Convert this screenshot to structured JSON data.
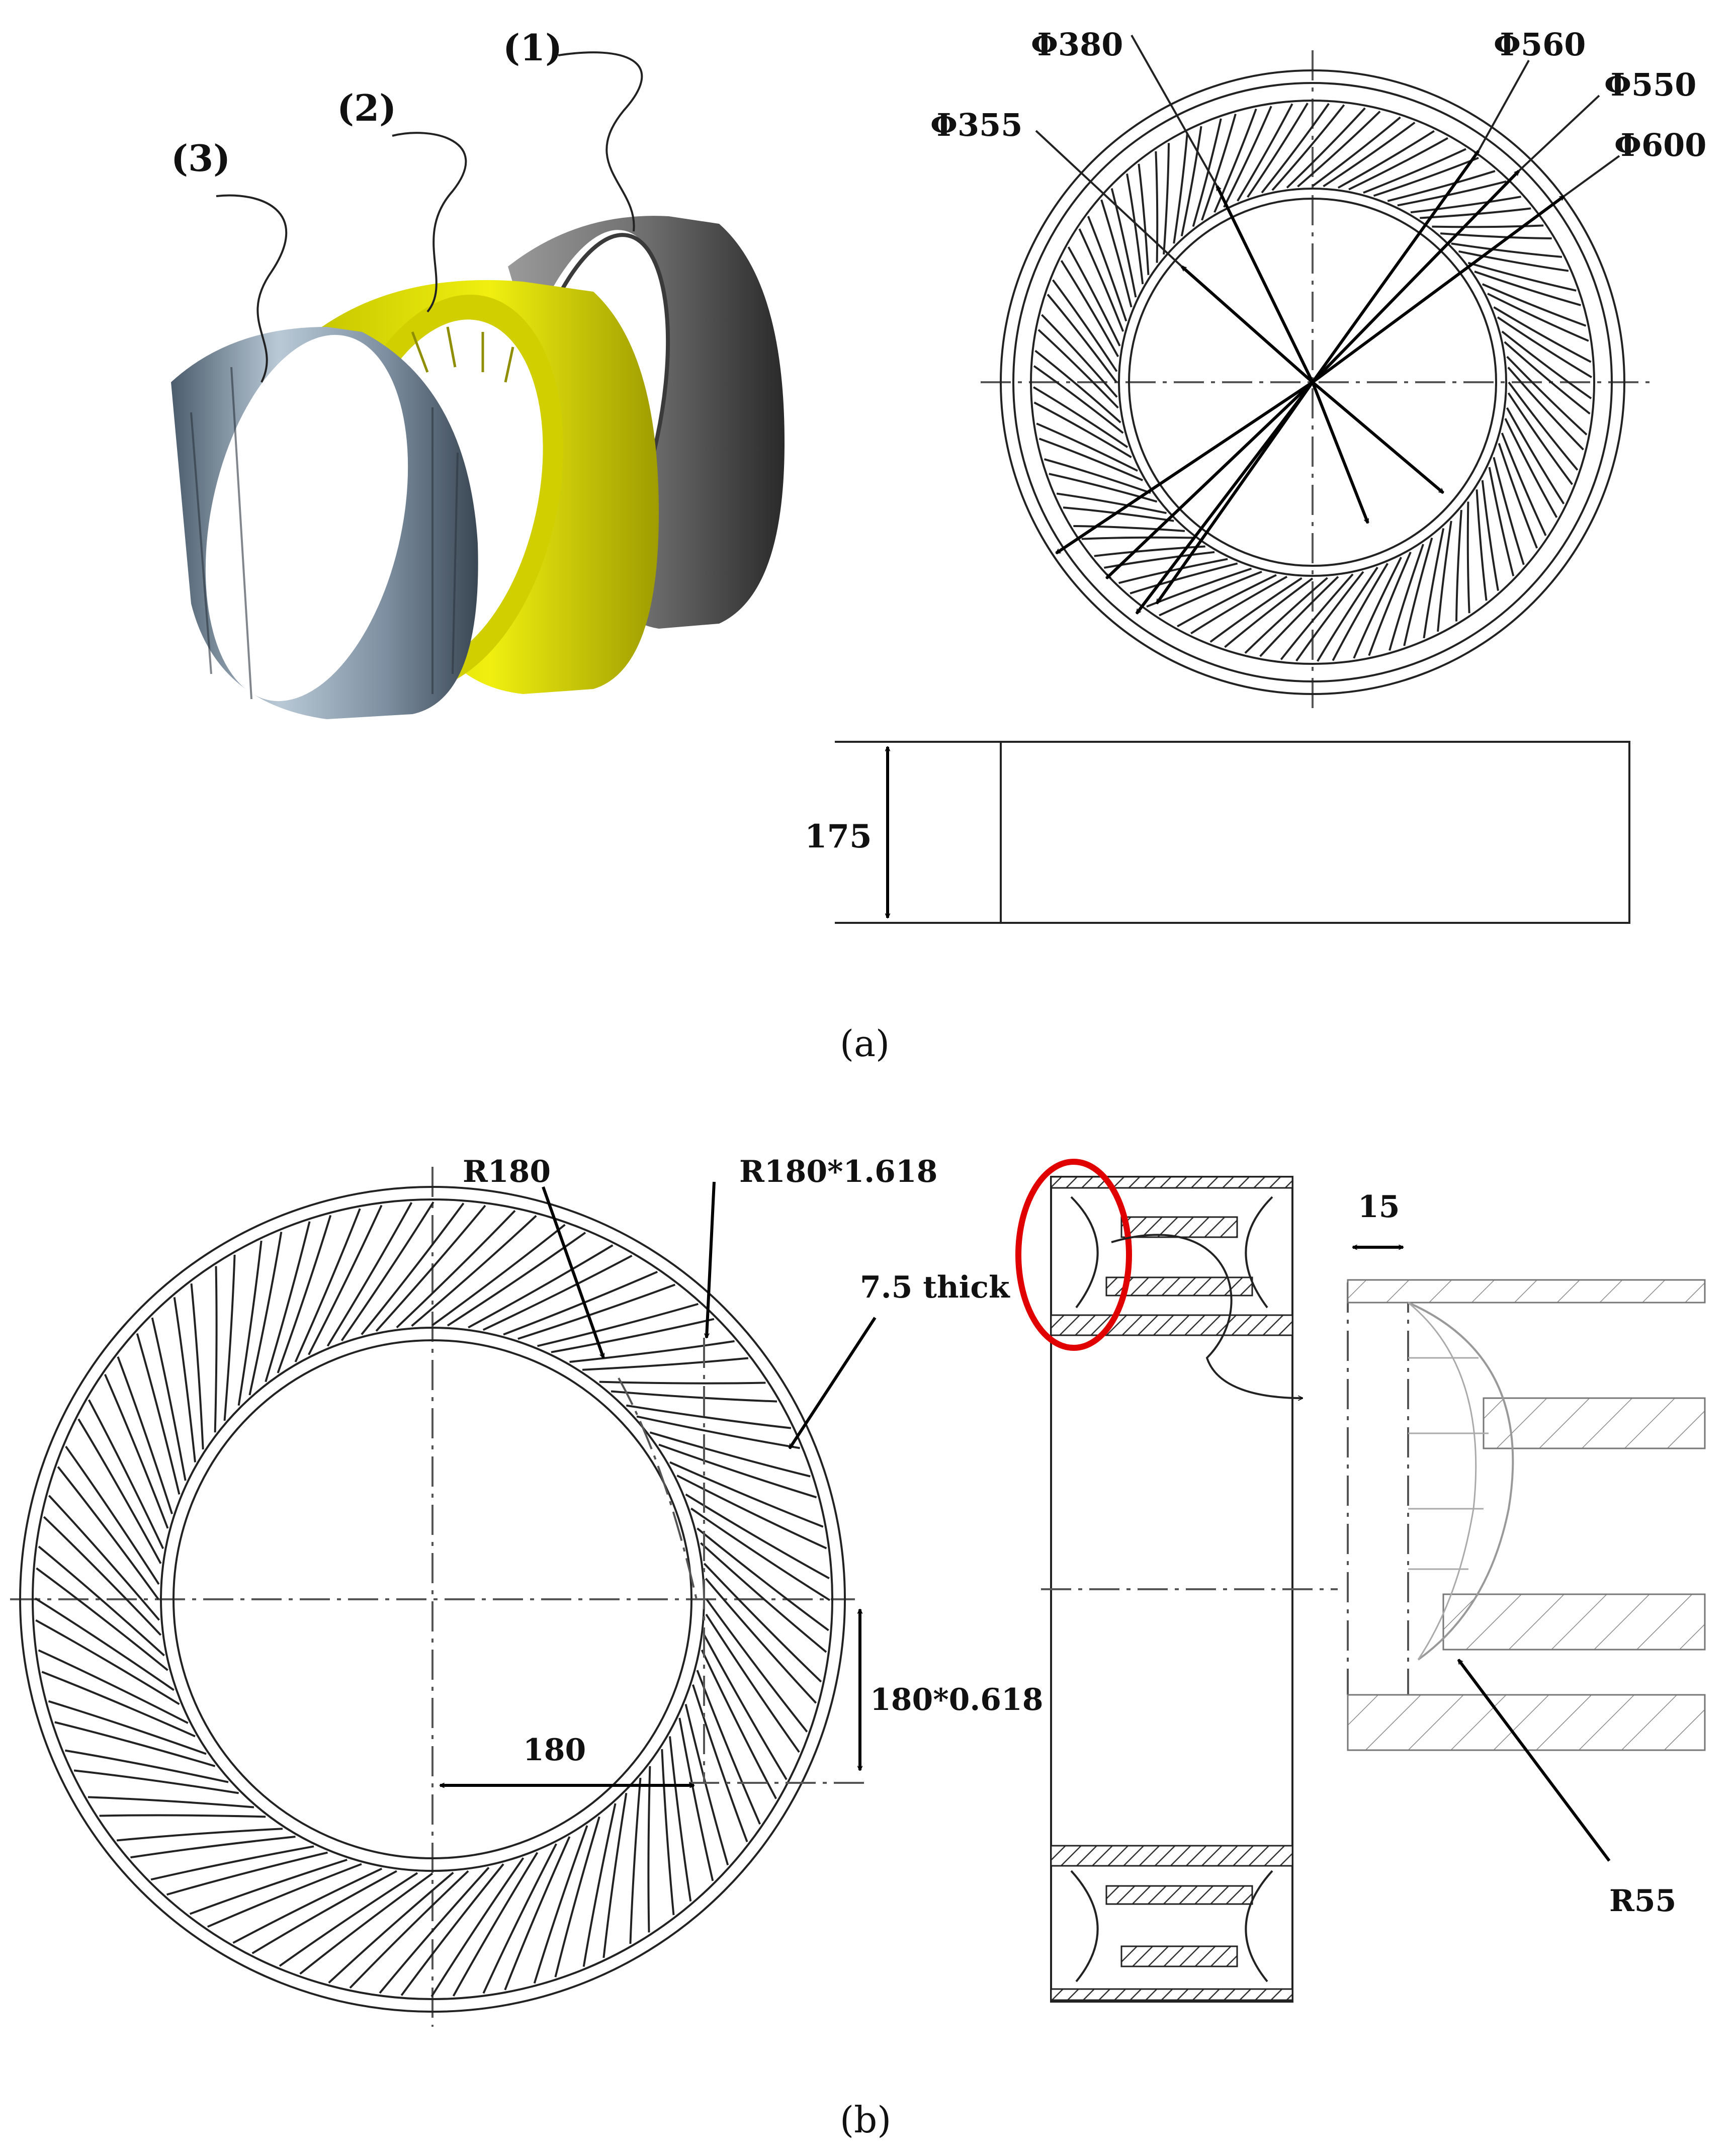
{
  "panel_a": {
    "caption": "(a)",
    "parts": [
      "(1)",
      "(2)",
      "(3)"
    ],
    "diameters": [
      "Φ380",
      "Φ560",
      "Φ550",
      "Φ355",
      "Φ600"
    ],
    "height": "175"
  },
  "panel_b": {
    "caption": "(b)",
    "labels": {
      "r_inner": "R180",
      "r_golden": "R180*1.618",
      "thickness": "7.5 thick",
      "offset": "180*0.618",
      "radius": "180",
      "width": "15",
      "fillet": "R55"
    }
  },
  "colors": {
    "ring_outer": "#6e6e6e",
    "ring_middle": "#e8e600",
    "ring_inner": "#8fa3b5",
    "highlight": "#e00000"
  }
}
